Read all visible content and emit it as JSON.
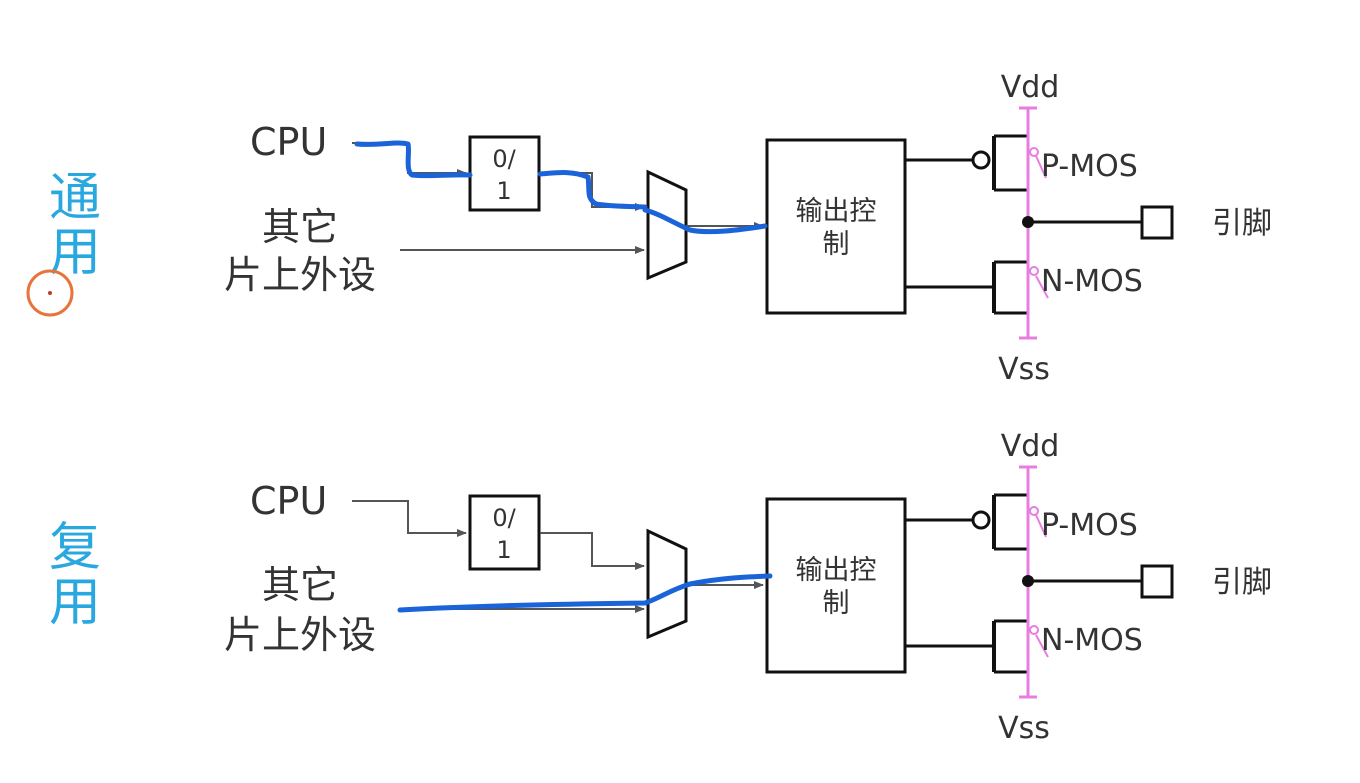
{
  "panels": [
    {
      "mode_label_1": "通",
      "mode_label_2": "用",
      "cpu": "CPU",
      "other_1": "其它",
      "other_2": "片上外设",
      "latch_1": "0/",
      "latch_2": "1",
      "control_1": "输出控",
      "control_2": "制",
      "vdd": "Vdd",
      "vss": "Vss",
      "pmos": "P-MOS",
      "nmos": "N-MOS",
      "pin": "引脚"
    },
    {
      "mode_label_1": "复",
      "mode_label_2": "用",
      "cpu": "CPU",
      "other_1": "其它",
      "other_2": "片上外设",
      "latch_1": "0/",
      "latch_2": "1",
      "control_1": "输出控",
      "control_2": "制",
      "vdd": "Vdd",
      "vss": "Vss",
      "pmos": "P-MOS",
      "nmos": "N-MOS",
      "pin": "引脚"
    }
  ],
  "colors": {
    "annotation": "#1a63d8",
    "mode_text": "#29a8e0",
    "mos_highlight": "#e87de0",
    "cursor": "#e8743a"
  }
}
